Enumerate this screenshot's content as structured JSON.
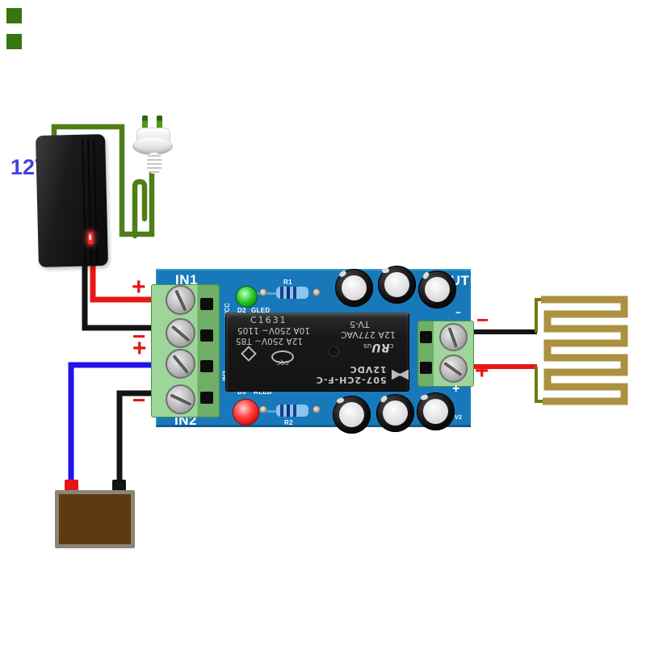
{
  "adapter": {
    "voltage_label": "12V",
    "label_color": "#4343d6",
    "body_color": "#1b1b1b",
    "led_color": "#ff2a2a"
  },
  "plug": {
    "type": "eu-two-pin-plug",
    "cord_color": "#4f7d17"
  },
  "board": {
    "color": "#1879ba",
    "in1_label": "IN1",
    "in2_label": "IN2",
    "out_label": "OUT",
    "silk_vcc": "VCC",
    "silk_in2": "IN2",
    "d2_label": "D2",
    "gled_label": "GLED",
    "r1_label": "R1",
    "d3_label": "D3",
    "rled_label": "RLED",
    "r2_label": "R2",
    "v2_label": "V2",
    "out_plus_silk": "+",
    "out_minus_silk": "−"
  },
  "relay": {
    "date_code": "C1631",
    "rating_line1": "10A 250V~ 1105",
    "rating_line2": "12A 250V~ T85",
    "tv_rating": "TV-5",
    "ac_rating": "12A 277VAC",
    "ul_prefix": "c",
    "ul_mark": "RU",
    "ul_suffix": "us",
    "cqc": "CQC",
    "model": "507-2CH-F-C 12VDC"
  },
  "marks": {
    "in1_plus": "+",
    "in1_minus": "−",
    "in2_plus": "+",
    "in2_minus": "−",
    "out_minus": "−",
    "out_plus": "+"
  },
  "wires": {
    "adapter_positive": "#e81515",
    "adapter_negative": "#141414",
    "in2_positive": "#2213e8",
    "in2_negative": "#141414",
    "out_negative": "#141414",
    "out_positive": "#e81515",
    "mains_cord": "#4f7d17"
  },
  "heater": {
    "element_color": "#ab9140",
    "lead_color": "#6f7c10"
  },
  "battery_box": {
    "body_color": "#5f3a10",
    "border_color": "#8b8578",
    "positive_cap": "#e81515",
    "negative_cap": "#141414"
  }
}
